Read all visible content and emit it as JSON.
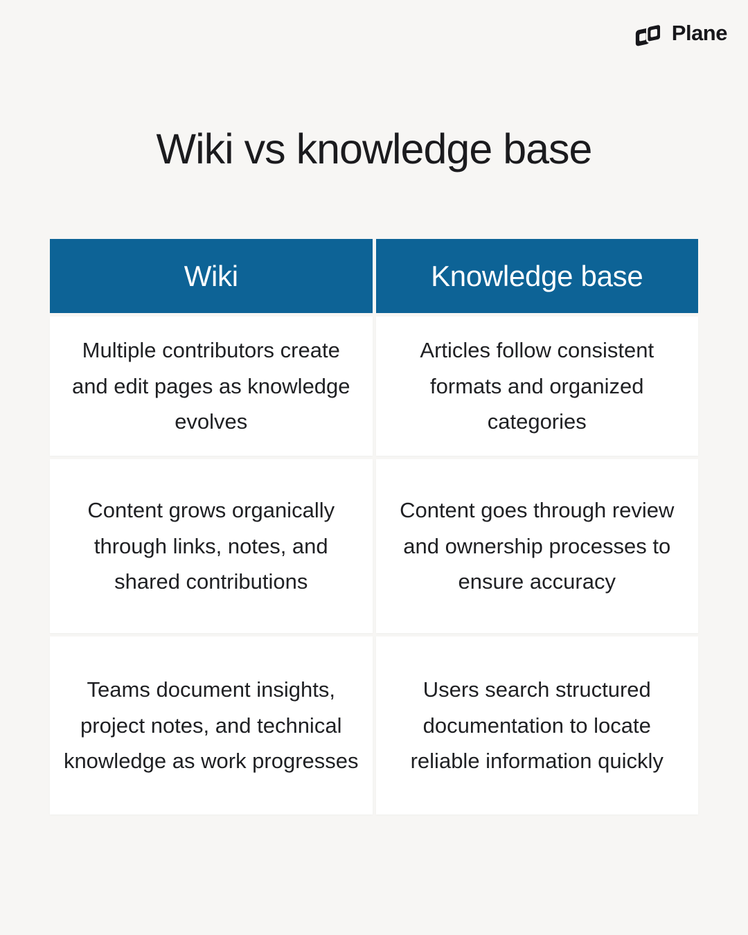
{
  "colors": {
    "page_background": "#F7F6F4",
    "header_background": "#0D6396",
    "header_text": "#FFFFFF",
    "cell_background": "#FFFFFF",
    "body_text": "#1F2023",
    "logo_color": "#17171B"
  },
  "logo": {
    "text": "Plane"
  },
  "title": "Wiki vs knowledge base",
  "table": {
    "headers": [
      "Wiki",
      "Knowledge base"
    ],
    "rows": [
      [
        "Multiple contributors create and edit pages as knowledge evolves",
        "Articles follow consistent formats and organized categories"
      ],
      [
        "Content grows organically through links, notes, and shared contributions",
        "Content goes through review and ownership processes to ensure accuracy"
      ],
      [
        "Teams document insights, project notes, and technical knowledge as work progresses",
        "Users search structured documentation to locate reliable information quickly"
      ]
    ]
  }
}
